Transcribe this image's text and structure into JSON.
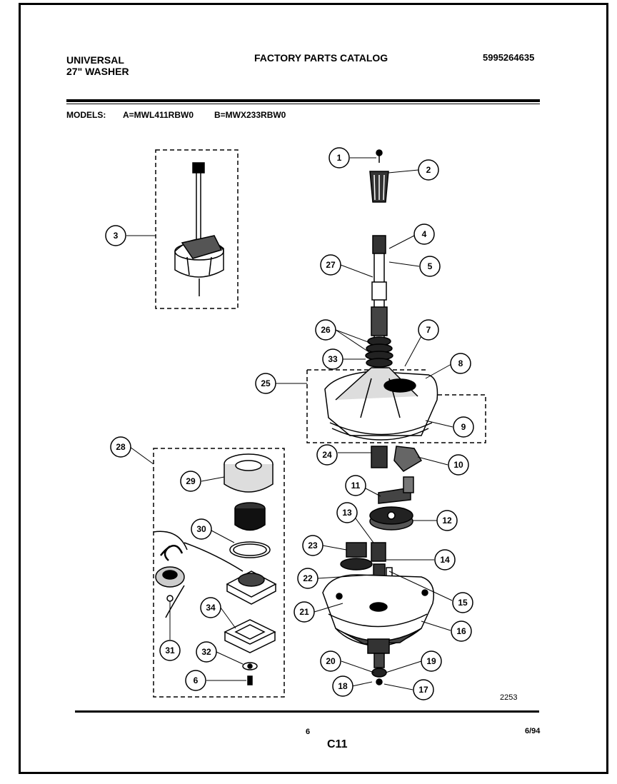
{
  "header": {
    "brand": "UNIVERSAL",
    "product": "27\" WASHER",
    "title": "FACTORY PARTS CATALOG",
    "catalog_number": "5995264635"
  },
  "models": {
    "label": "MODELS:",
    "model_a": "A=MWL411RBW0",
    "model_b": "B=MWX233RBW0"
  },
  "diagram": {
    "callouts": [
      "1",
      "2",
      "3",
      "4",
      "5",
      "6",
      "7",
      "8",
      "9",
      "10",
      "11",
      "12",
      "13",
      "14",
      "15",
      "16",
      "17",
      "18",
      "19",
      "20",
      "21",
      "22",
      "23",
      "24",
      "25",
      "26",
      "27",
      "28",
      "29",
      "30",
      "31",
      "32",
      "33",
      "34"
    ],
    "figure_number": "2253"
  },
  "footer": {
    "page_number": "6",
    "section_code": "C11",
    "date": "6/94"
  }
}
